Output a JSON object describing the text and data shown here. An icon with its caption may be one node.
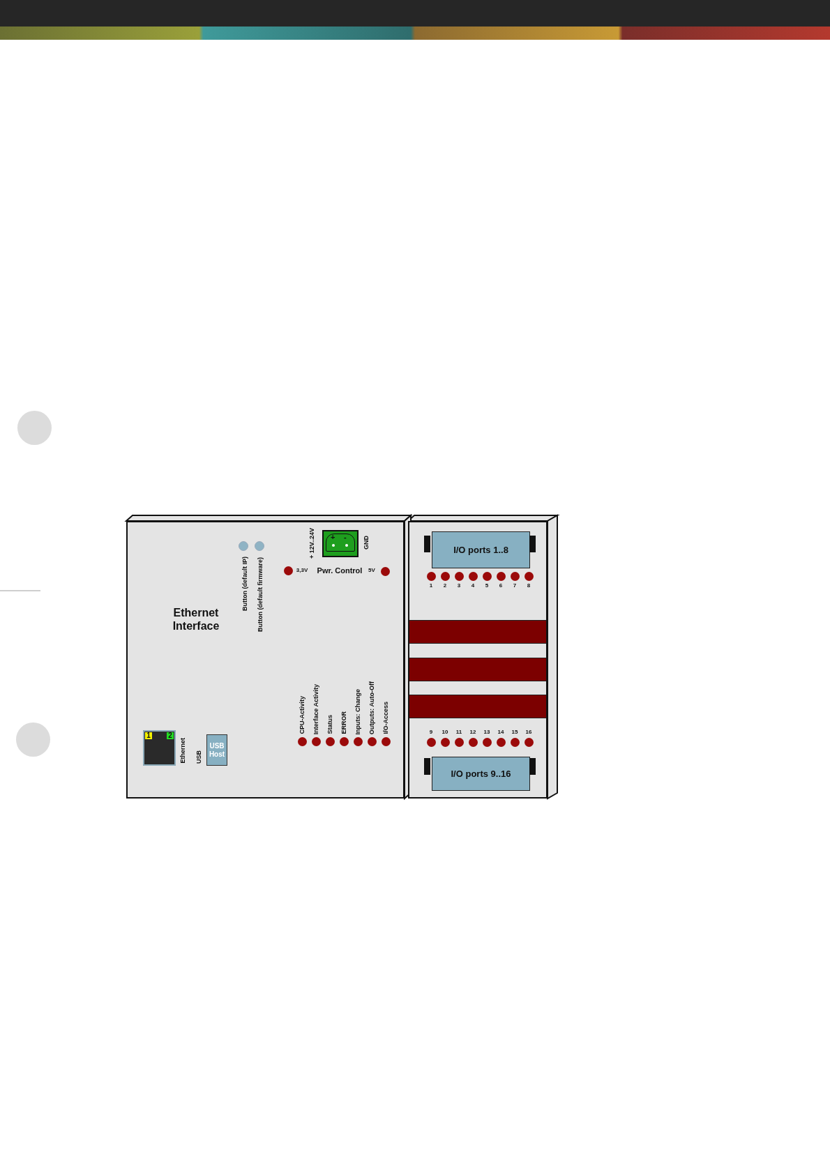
{
  "diagram": {
    "nodes": [
      {
        "text": [
          "Ethernet Interface"
        ]
      },
      {
        "text": [],
        "shape": "box"
      },
      {
        "text": [
          "I/O ports 1..8"
        ],
        "in": 1
      },
      {
        "text": [
          "I/O ports 9..16"
        ],
        "in": 1
      },
      {
        "text": [
          "USB Host"
        ],
        "in": 0
      },
      {
        "text": [
          "+",
          "-"
        ],
        "in": 0
      },
      {
        "text": [
          "1",
          "2"
        ],
        "in": 0
      }
    ],
    "labels": [
      "+ 12V..24V",
      "GND",
      "Button (default IP)",
      "Button (default firmware)",
      "3,3V",
      "Pwr. Control",
      "5V",
      "1",
      "2",
      "3",
      "4",
      "5",
      "6",
      "7",
      "8",
      "CPU-Activity",
      "Interface Activity",
      "Status",
      "ERROR",
      "Inputs: Change",
      "Outputs: Auto-Off",
      "I/O-Access",
      "9",
      "10",
      "11",
      "12",
      "13",
      "14",
      "15",
      "16",
      "Ethernet",
      "USB"
    ]
  }
}
